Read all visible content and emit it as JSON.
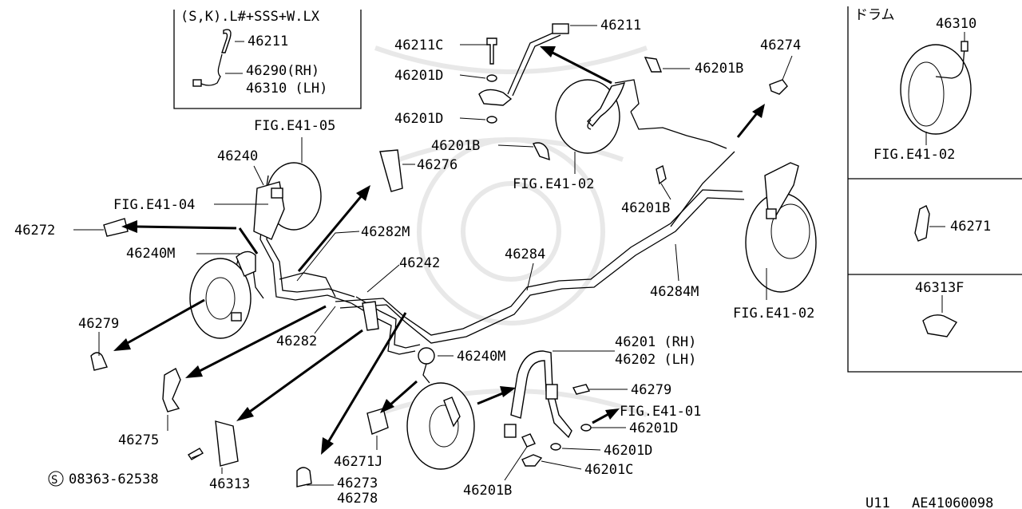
{
  "labels": {
    "inset_note": "(S,K).L#+SSS+W.LX",
    "inset_46211": "46211",
    "inset_46290": "46290(RH)",
    "inset_46310": "46310 (LH)",
    "drum_title": "ドラム",
    "drum_46310": "46310",
    "drum_fig": "FIG.E41-02",
    "right_46271": "46271",
    "right_46313F": "46313F",
    "fig_e41_05": "FIG.E41-05",
    "p46240": "46240",
    "fig_e41_04": "FIG.E41-04",
    "p46272": "46272",
    "p46240M_left": "46240M",
    "p46279_left": "46279",
    "p46275": "46275",
    "s08363": "08363-62538",
    "s_mark": "S",
    "p46313": "46313",
    "p46273": "46273",
    "p46278": "46278",
    "p46282": "46282",
    "p46282M": "46282M",
    "p46242": "46242",
    "p46276": "46276",
    "p46211C": "46211C",
    "p46201D_a": "46201D",
    "p46201D_b": "46201D",
    "p46211_top": "46211",
    "p46201B_a": "46201B",
    "fig_e41_02_center": "FIG.E41-02",
    "p46201B_top": "46201B",
    "p46274": "46274",
    "p46201B_mid": "46201B",
    "p46284": "46284",
    "p46284M": "46284M",
    "fig_e41_02_right": "FIG.E41-02",
    "p46240M_center": "46240M",
    "p46201_rh": "46201 (RH)",
    "p46202_lh": "46202 (LH)",
    "p46279_bottom": "46279",
    "fig_e41_01": "FIG.E41-01",
    "p46201D_c": "46201D",
    "p46201D_d": "46201D",
    "p46201C": "46201C",
    "p46201B_bottom": "46201B",
    "p46271J": "46271J",
    "footer_u11": "U11",
    "footer_code": "AE41060098"
  }
}
